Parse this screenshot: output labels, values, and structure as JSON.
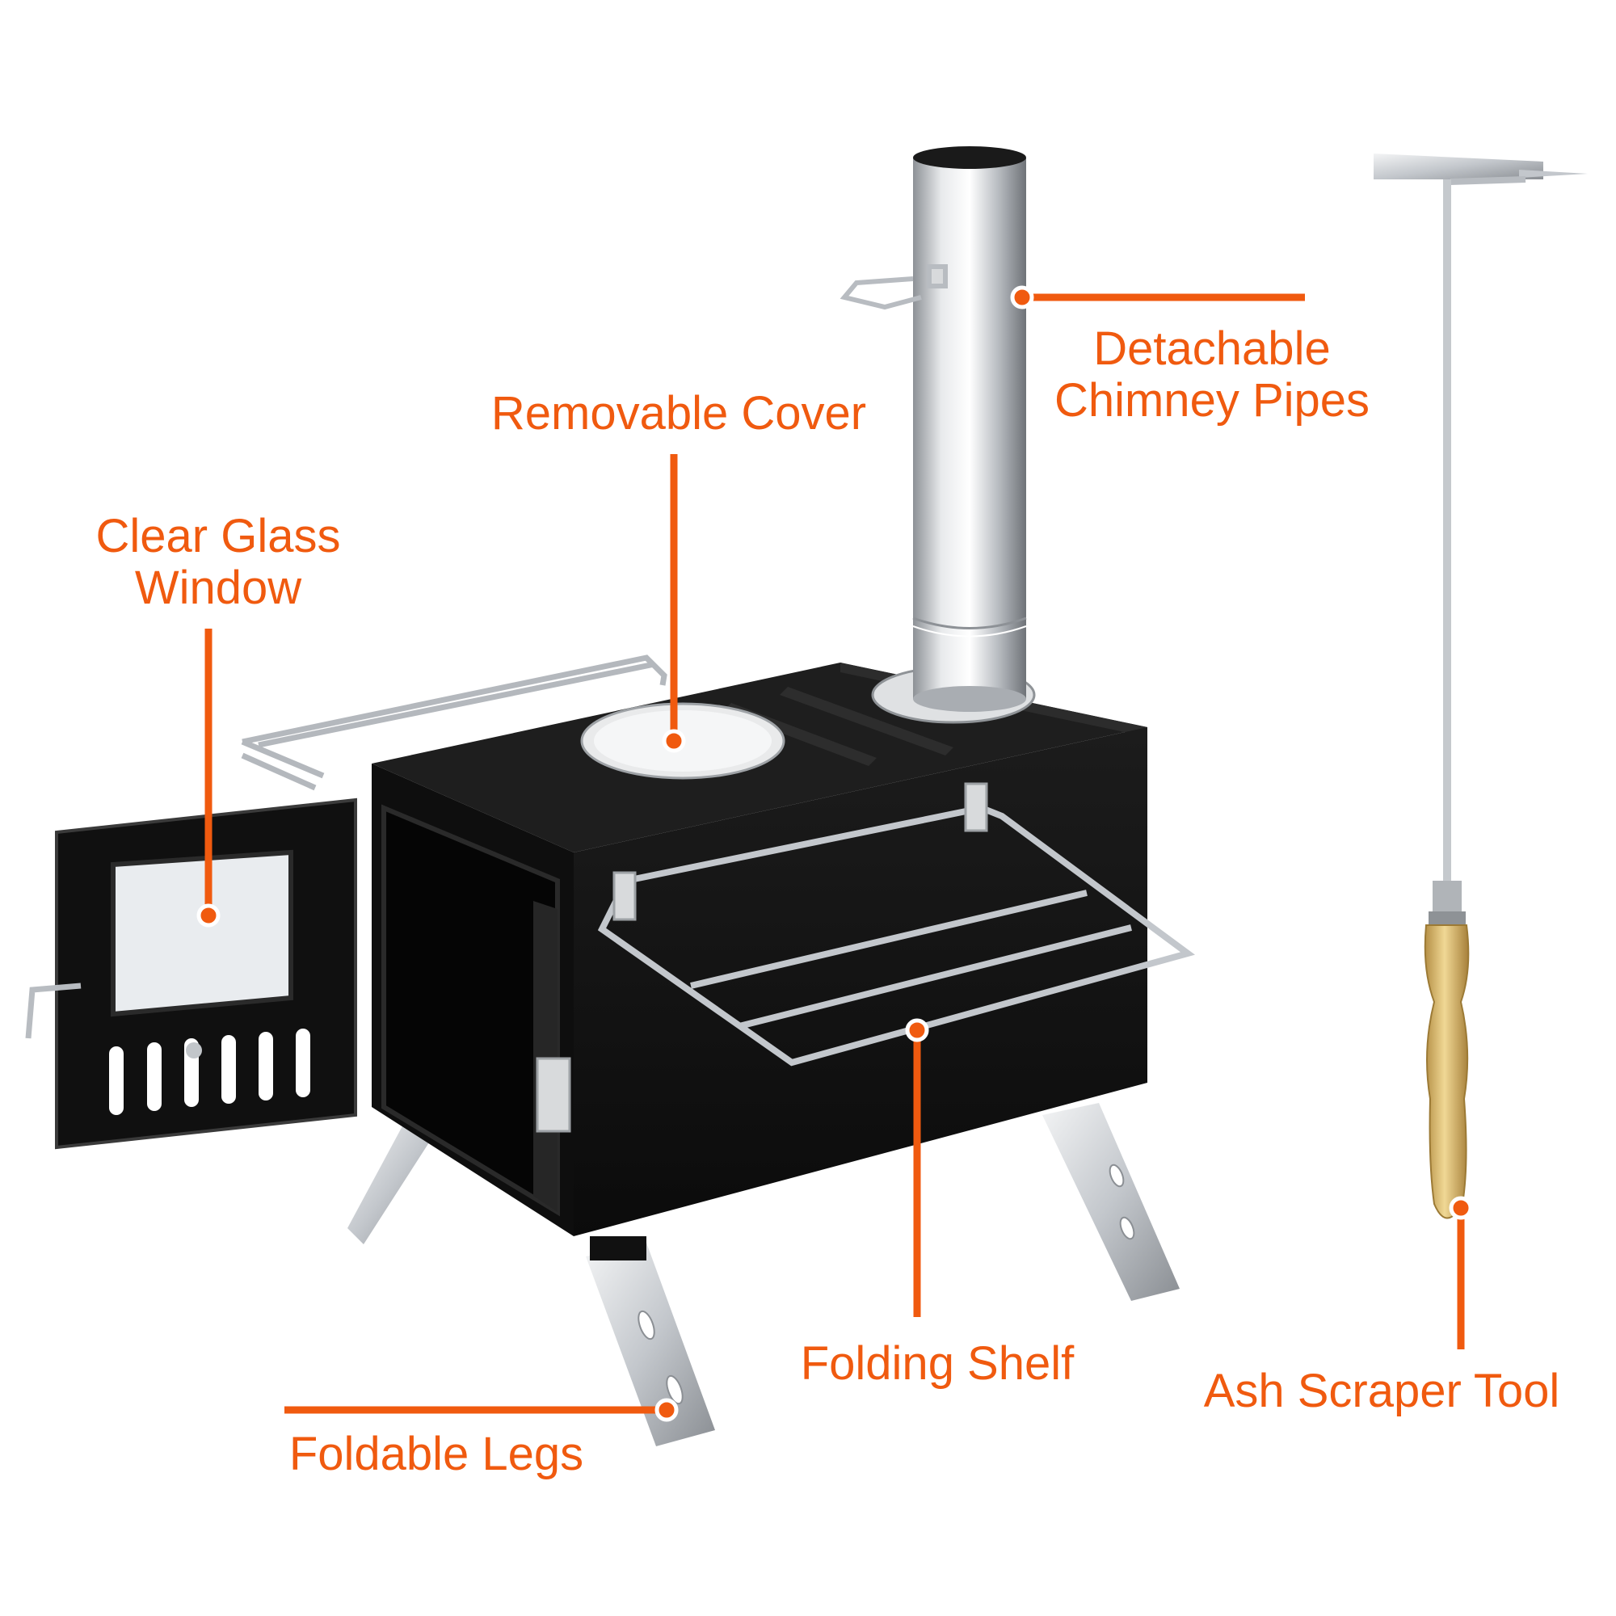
{
  "labels": {
    "removable_cover": "Removable Cover",
    "chimney_line1": "Detachable",
    "chimney_line2": "Chimney Pipes",
    "glass_line1": "Clear Glass",
    "glass_line2": "Window",
    "folding_shelf": "Folding Shelf",
    "foldable_legs": "Foldable Legs",
    "ash_scraper": "Ash Scraper Tool"
  },
  "colors": {
    "callout": "#f05a0f",
    "stove_body": "#141414",
    "steel": "#c9ccd0",
    "wood_handle": "#d9b76a"
  }
}
